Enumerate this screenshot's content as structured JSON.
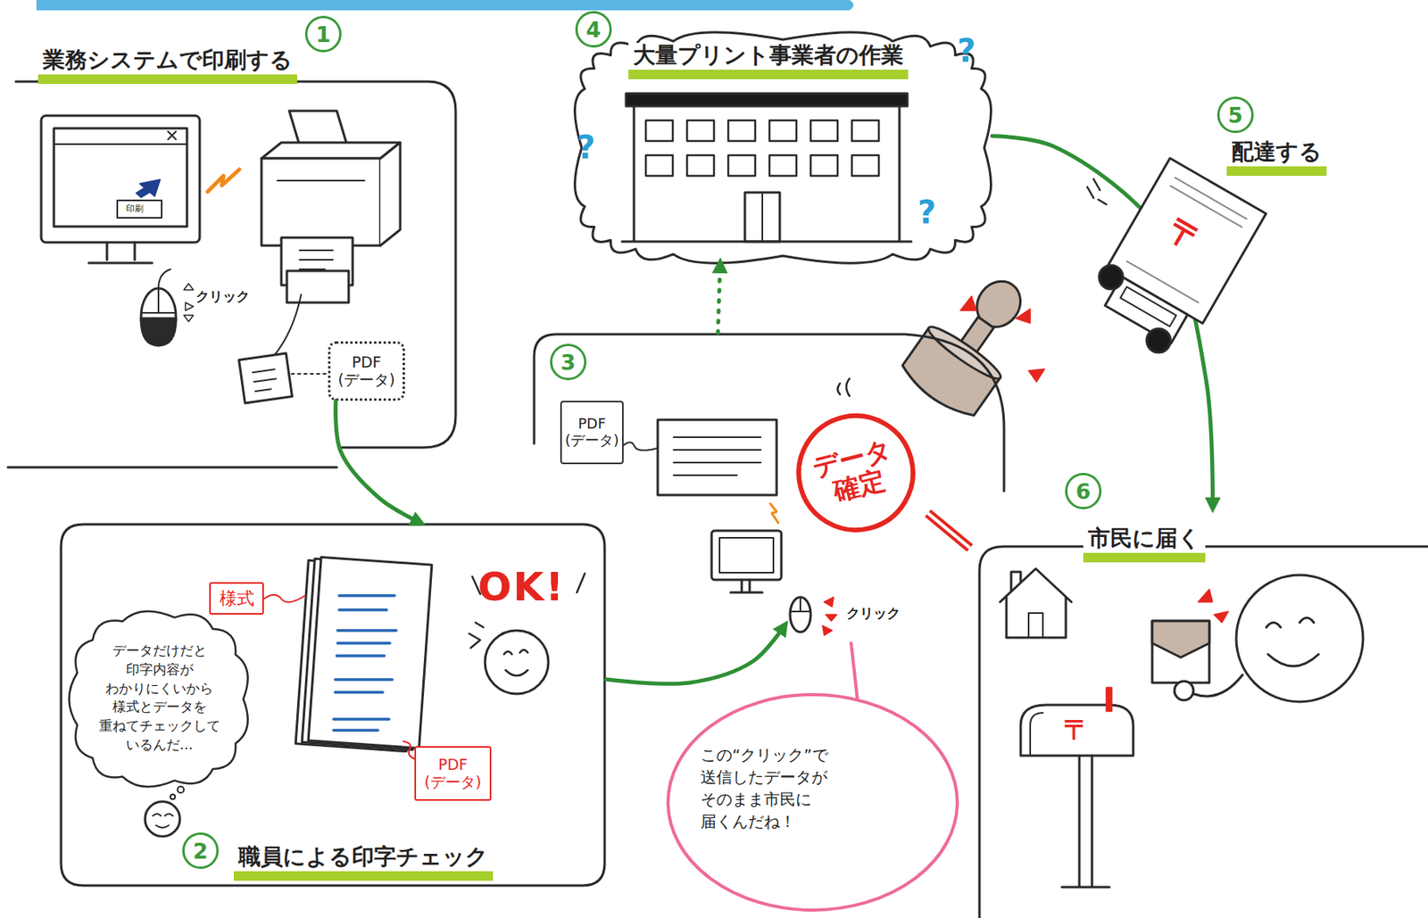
{
  "diagram": {
    "nodes": [
      {
        "text": [
          "1",
          "業務システムで印刷する"
        ]
      },
      {
        "text": [
          "PDF (データ)"
        ],
        "in": 0
      },
      {
        "text": [
          "4",
          "大量プリント事業者の作業"
        ]
      },
      {
        "text": [
          "3"
        ]
      },
      {
        "text": [
          "PDF (データ)"
        ],
        "in": 3
      },
      {
        "text": [
          "データ 確定"
        ],
        "in": 3
      },
      {
        "text": [
          "2",
          "職員による印字チェック"
        ]
      },
      {
        "text": [
          "様式"
        ],
        "in": 6
      },
      {
        "text": [
          "PDF (データ)"
        ],
        "in": 6
      },
      {
        "text": [
          "データだけだと 印字内容が わかりにくいから 様式とデータを 重ねてチェックして いるんだ…"
        ],
        "in": 6
      },
      {
        "text": [
          "この“クリック”で 送信したデータが そのまま市民に 届くんだね！"
        ]
      },
      {
        "text": [
          "6",
          "市民に届く"
        ]
      }
    ],
    "edges": [
      {
        "from": 1,
        "to": 6,
        "arrow": "to"
      },
      {
        "from": 6,
        "to": 3,
        "arrow": "to"
      },
      {
        "from": 3,
        "to": 2,
        "arrow": "to"
      },
      {
        "from": 2,
        "to": 11,
        "arrow": "to"
      },
      {
        "from": 5,
        "to": 11,
        "arrow": "none"
      }
    ],
    "labels": [
      "5",
      "配達する",
      "印刷",
      "クリック",
      "OK!",
      "クリック",
      "?",
      "?",
      "?",
      "〒",
      "〒"
    ]
  }
}
